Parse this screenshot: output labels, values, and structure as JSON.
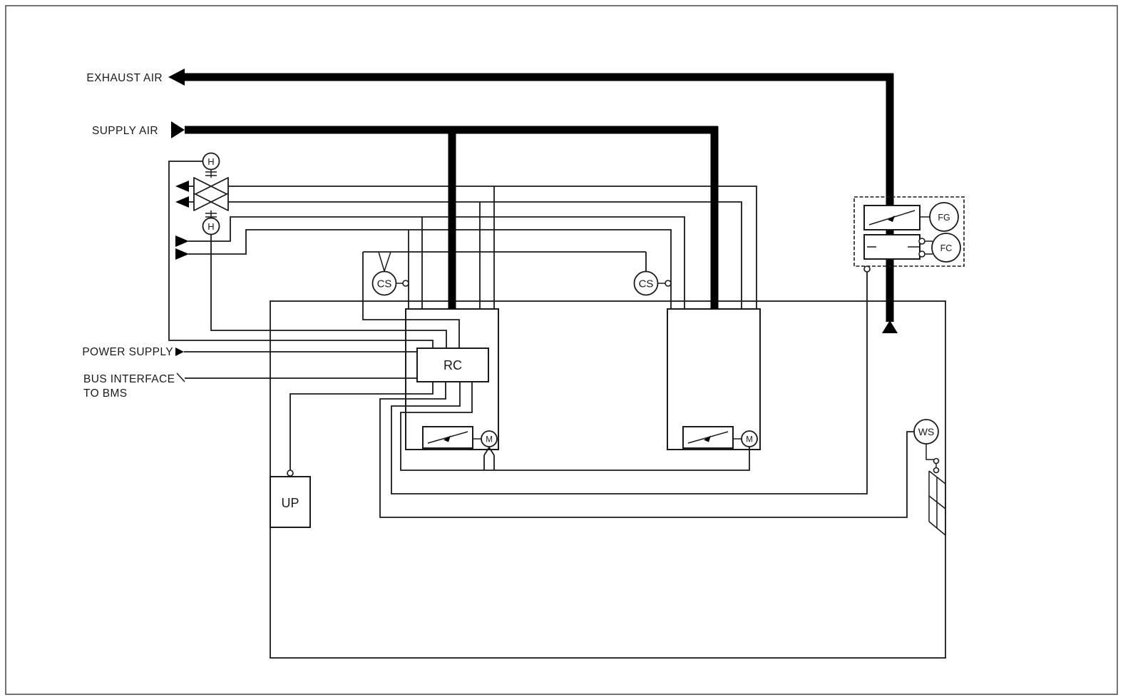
{
  "diagram": {
    "title_context": "HVAC fan-coil / ventilation control schematic",
    "labels": {
      "exhaust_air": "EXHAUST AIR",
      "supply_air": "SUPPLY AIR",
      "power_supply": "POWER SUPPLY",
      "bus_interface_1": "BUS INTERFACE",
      "bus_interface_2": "TO BMS"
    },
    "components": {
      "rc_controller": "RC",
      "up_panel": "UP",
      "weather_station": "WS",
      "fg_actuator": "FG",
      "fc_actuator": "FC",
      "cs_sensor_left": "CS",
      "cs_sensor_right": "CS",
      "motor_left": "M",
      "motor_right": "M",
      "h_actuator_top": "H",
      "h_actuator_bottom": "H"
    },
    "colors": {
      "line": "#1a1a1a",
      "duct": "#000000",
      "background": "#ffffff"
    }
  }
}
